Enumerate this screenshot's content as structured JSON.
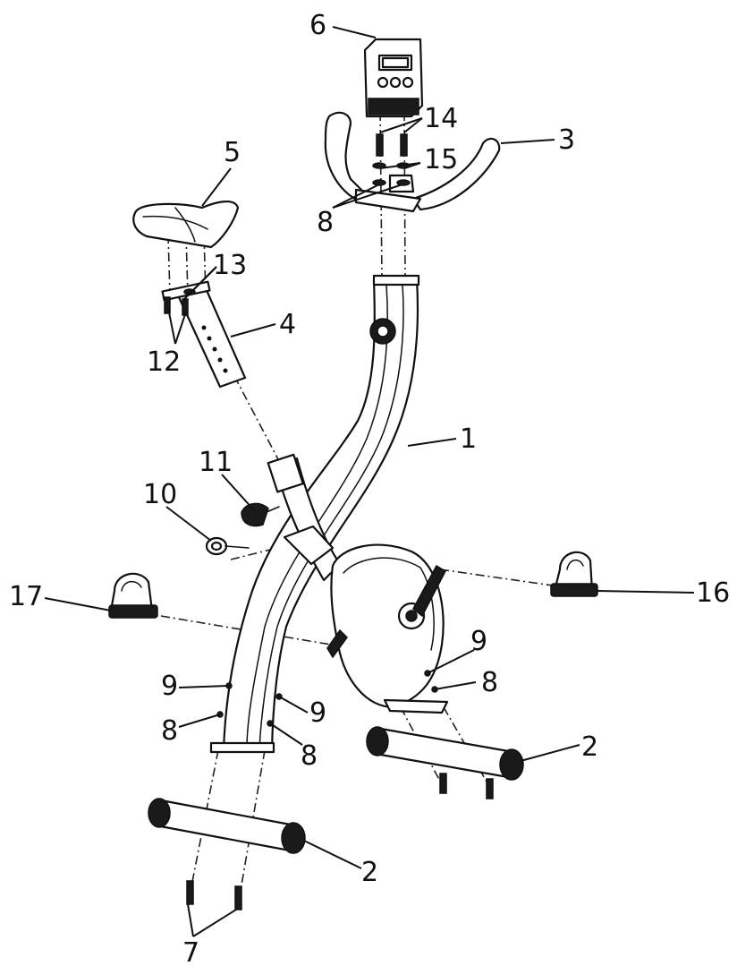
{
  "diagram": {
    "labels": {
      "p1": "1",
      "p2a": "2",
      "p2b": "2",
      "p3": "3",
      "p4": "4",
      "p5": "5",
      "p6": "6",
      "p7": "7",
      "p8a": "8",
      "p8b": "8",
      "p8c": "8",
      "p8d": "8",
      "p9a": "9",
      "p9b": "9",
      "p9c": "9",
      "p10": "10",
      "p11": "11",
      "p12": "12",
      "p13": "13",
      "p14": "14",
      "p15": "15",
      "p16": "16",
      "p17": "17"
    }
  }
}
